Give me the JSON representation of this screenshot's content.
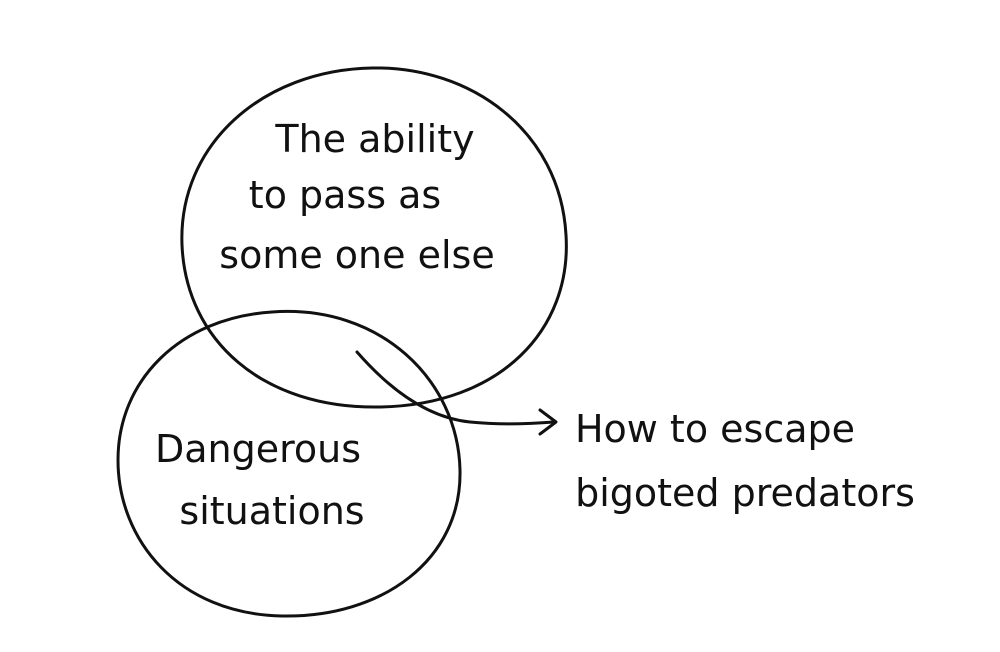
{
  "diagram": {
    "type": "venn",
    "circle_top": {
      "lines": [
        "The ability",
        "to pass as",
        "some one else"
      ]
    },
    "circle_bottom": {
      "lines": [
        "Dangerous",
        "situations"
      ]
    },
    "intersection": {
      "lines": [
        "How to escape",
        "bigoted predators"
      ]
    },
    "ink_color": "#111111",
    "background_color": "#ffffff"
  }
}
